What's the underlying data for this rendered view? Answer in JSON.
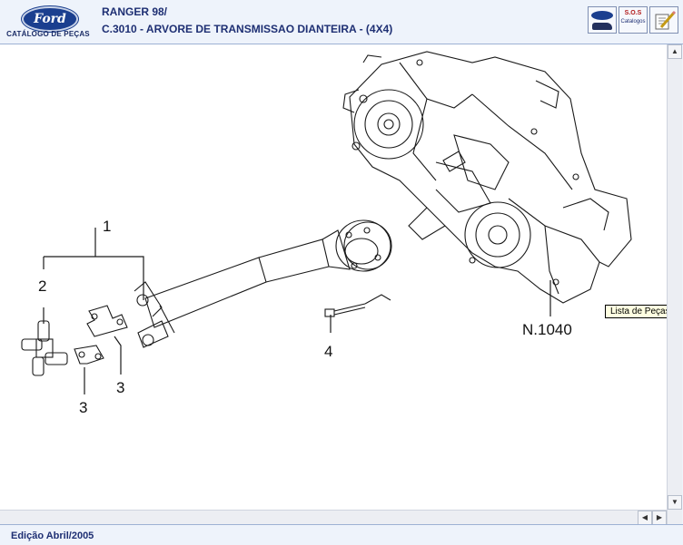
{
  "header": {
    "logo_text": "Ford",
    "logo_caption": "CATÁLOGO DE PEÇAS",
    "model": "RANGER 98/",
    "subtitle": "C.3010 - ARVORE DE TRANSMISSAO DIANTEIRA - (4X4)",
    "buttons": [
      {
        "name": "ford-catalog-button",
        "icon": "ford-car-icon"
      },
      {
        "name": "sos-catalog-button",
        "icon": "sos-icon",
        "text": "S.O.S",
        "sub": "Catalogos"
      },
      {
        "name": "notes-button",
        "icon": "pencil-note-icon"
      }
    ]
  },
  "diagram": {
    "callouts": [
      "1",
      "2",
      "3",
      "3",
      "4",
      "N.1040"
    ],
    "tooltip": "Lista de Peças"
  },
  "scrollbars": {
    "up_arrow": "▲",
    "down_arrow": "▼",
    "left_arrow": "◀",
    "right_arrow": "▶"
  },
  "footer": {
    "edition": "Edição Abril/2005"
  },
  "colors": {
    "header_bg": "#eef3fb",
    "title_text": "#1e2f73",
    "ford_blue": "#1b3f8f",
    "tooltip_bg": "#ffffe1"
  }
}
